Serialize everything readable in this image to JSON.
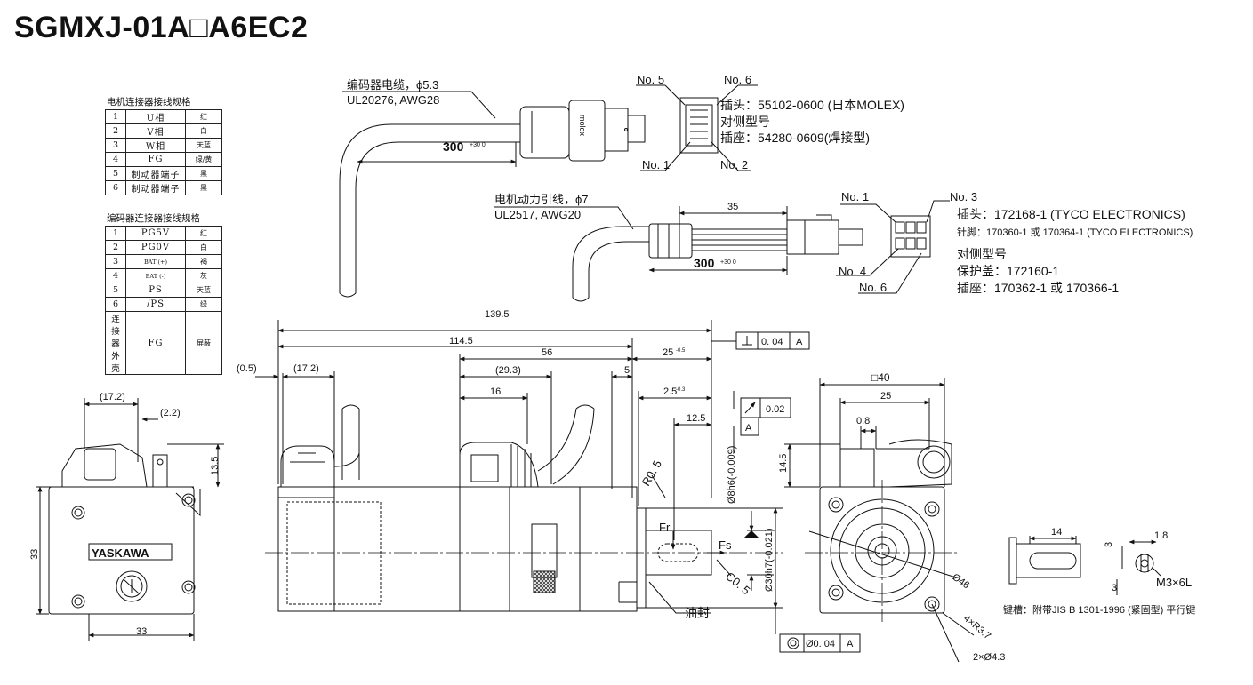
{
  "title": "SGMXJ-01A□A6EC2",
  "motor_table": {
    "caption": "电机连接器接线规格",
    "rows": [
      {
        "no": "1",
        "signal": "U相",
        "color": "红"
      },
      {
        "no": "2",
        "signal": "V相",
        "color": "白"
      },
      {
        "no": "3",
        "signal": "W相",
        "color": "天蓝"
      },
      {
        "no": "4",
        "signal": "FG",
        "color": "绿/黄"
      },
      {
        "no": "5",
        "signal": "制动器端子",
        "color": "黑"
      },
      {
        "no": "6",
        "signal": "制动器端子",
        "color": "黑"
      }
    ]
  },
  "encoder_table": {
    "caption": "编码器连接器接线规格",
    "rows": [
      {
        "no": "1",
        "signal": "PG5V",
        "color": "红"
      },
      {
        "no": "2",
        "signal": "PG0V",
        "color": "白"
      },
      {
        "no": "3",
        "signal": "BAT (+)",
        "color": "褐"
      },
      {
        "no": "4",
        "signal": "BAT (-)",
        "color": "灰"
      },
      {
        "no": "5",
        "signal": "PS",
        "color": "天蓝"
      },
      {
        "no": "6",
        "signal": "/PS",
        "color": "绿"
      },
      {
        "no": "连接器外壳",
        "signal": "FG",
        "color": "屏蔽"
      }
    ]
  },
  "encoder_cable": {
    "label": "编码器电缆，ϕ5.3",
    "spec": "UL20276, AWG28",
    "length": "300",
    "tol": "+30 0",
    "pins": {
      "p5": "No. 5",
      "p6": "No. 6",
      "p1": "No. 1",
      "p2": "No. 2"
    },
    "plug": "插头：55102-0600 (日本MOLEX)",
    "mating": "对侧型号",
    "socket": "插座：54280-0609(焊接型)",
    "brand": "molex"
  },
  "power_cable": {
    "label": "电机动力引线，ϕ7",
    "spec": "UL2517, AWG20",
    "length": "300",
    "tol": "+30 0",
    "dim35": "35",
    "pins": {
      "p1": "No. 1",
      "p3": "No. 3",
      "p4": "No. 4",
      "p6": "No. 6"
    },
    "plug": "插头：172168-1 (TYCO ELECTRONICS)",
    "pin": "针脚：170360-1 或 170364-1 (TYCO ELECTRONICS)",
    "mating": "对侧型号",
    "cover": "保护盖：172160-1",
    "socket": "插座：170362-1 或 170366-1"
  },
  "dims": {
    "d1395": "139.5",
    "d1145": "114.5",
    "d56": "56",
    "d25": "25",
    "d25tol": "-0.5",
    "perp": "0. 04",
    "ref_a": "A",
    "d05": "(0.5)",
    "d172": "(17.2)",
    "d293": "(29.3)",
    "d16": "16",
    "d5": "5",
    "d25b": "2.5",
    "d25btol": "-0.3",
    "d125": "12.5",
    "runout": "0.02",
    "r05": "R0. 5",
    "shaft": "Ø8h6(-0.009)",
    "pilot": "Ø30h7(-0.021)",
    "fr": "Fr",
    "fs": "Fs",
    "c05": "C0. 5",
    "oil_seal": "油封",
    "conc": "Ø0. 04",
    "side_172": "(17.2)",
    "side_22": "(2.2)",
    "side_135": "13.5",
    "side_33h": "33",
    "side_33w": "33",
    "brand": "YASKAWA",
    "sq40": "□40",
    "f25": "25",
    "f08": "0.8",
    "f145": "14.5",
    "f46": "Ø46",
    "f4r": "4×R3.7",
    "f2h": "2×Ø4.3",
    "k14": "14",
    "k18": "1.8",
    "k3a": "3",
    "k3b": "3",
    "tap": "M3×6L",
    "key_note": "键槽：附带JIS B 1301-1996 (紧固型) 平行键"
  }
}
